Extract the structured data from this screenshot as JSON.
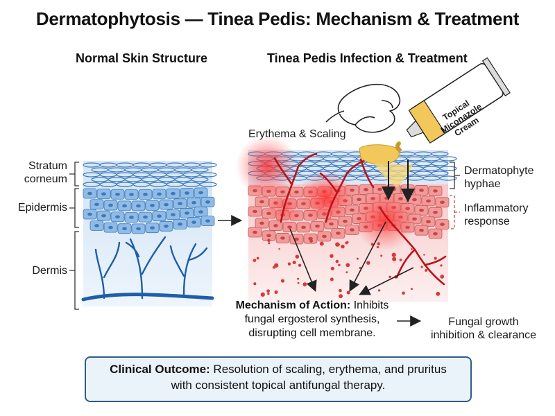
{
  "title": "Dermatophytosis — Tinea Pedis: Mechanism & Treatment",
  "panels": {
    "normal_heading": "Normal Skin Structure",
    "infection_heading": "Tinea Pedis Infection & Treatment"
  },
  "left_labels": {
    "stratum_line1": "Stratum",
    "stratum_line2": "corneum",
    "epidermis": "Epidermis",
    "dermis": "Dermis"
  },
  "right_labels": {
    "erythema": "Erythema & Scaling",
    "hyphae_line1": "Dermatophyte",
    "hyphae_line2": "hyphae",
    "inflammation_line1": "Inflammatory",
    "inflammation_line2": "response"
  },
  "tube": {
    "line1": "Topical",
    "line2": "Miconazole",
    "line3": "Cream"
  },
  "mechanism": {
    "heading": "Mechanism of Action:",
    "text_a": "Inhibits",
    "text_b": "fungal ergosterol synthesis,",
    "text_c": "disrupting cell membrane."
  },
  "result": {
    "line1": "Fungal growth",
    "line2": "inhibition & clearance"
  },
  "outcome": {
    "heading": "Clinical Outcome:",
    "text_a": "Resolution of scaling, erythema, and pruritus",
    "text_b": "with consistent topical antifungal therapy."
  },
  "colors": {
    "skin_blue": "#a9cdee",
    "cell_blue": "#8fbbe6",
    "nucleus_blue": "#3f79b8",
    "vessel_blue": "#1f5ea8",
    "infected_red": "#f29a9a",
    "hyphae_red": "#b8141a",
    "cream_yellow": "#f3c85a",
    "outline_dark": "#222222",
    "box_border": "#2f5d8a"
  },
  "icons": [
    "hand-icon",
    "cream-tube-icon",
    "arrow-icon",
    "bracket-icon"
  ]
}
